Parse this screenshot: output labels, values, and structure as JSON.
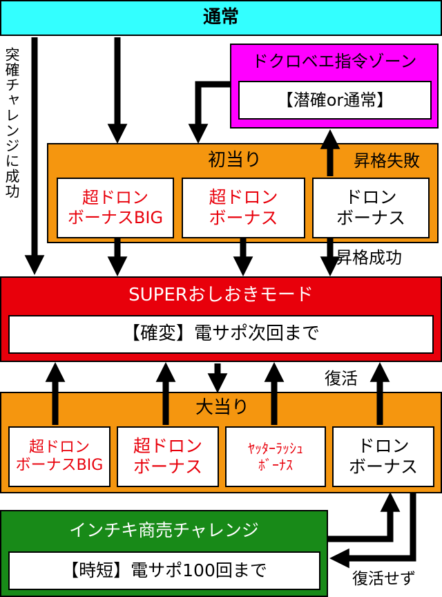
{
  "top": {
    "title": "通常"
  },
  "side_label": "突確チャレンジに成功",
  "dokuro": {
    "title": "ドクロベエ指令ゾーン",
    "inner": "【潜確or通常】"
  },
  "first_hit": {
    "title": "初当り",
    "fail_label": "昇格失敗",
    "boxes": [
      {
        "line1": "超ドロン",
        "line2": "ボーナスBIG"
      },
      {
        "line1": "超ドロン",
        "line2": "ボーナス"
      },
      {
        "line1": "ドロン",
        "line2": "ボーナス"
      }
    ]
  },
  "promote_success": "昇格成功",
  "super_mode": {
    "title": "SUPERおしおきモード",
    "inner": "【確変】電サポ次回まで"
  },
  "revive": "復活",
  "big_hit": {
    "title": "大当り",
    "boxes": [
      {
        "line1": "超ドロン",
        "line2": "ボーナスBIG"
      },
      {
        "line1": "超ドロン",
        "line2": "ボーナス"
      },
      {
        "line1": "ﾔｯﾀｰﾗｯｼｭ",
        "line2": "ﾎﾞｰﾅｽ"
      },
      {
        "line1": "ドロン",
        "line2": "ボーナス"
      }
    ]
  },
  "inchiki": {
    "title": "インチキ商売チャレンジ",
    "inner": "【時短】電サポ100回まで"
  },
  "revive_fail": "復活せず",
  "colors": {
    "top_bar": "#33ffff",
    "dokuro": "#ff00ff",
    "orange": "#f5960f",
    "super": "#e8000b",
    "inchiki": "#188a18",
    "red_text": "#e8000b"
  }
}
